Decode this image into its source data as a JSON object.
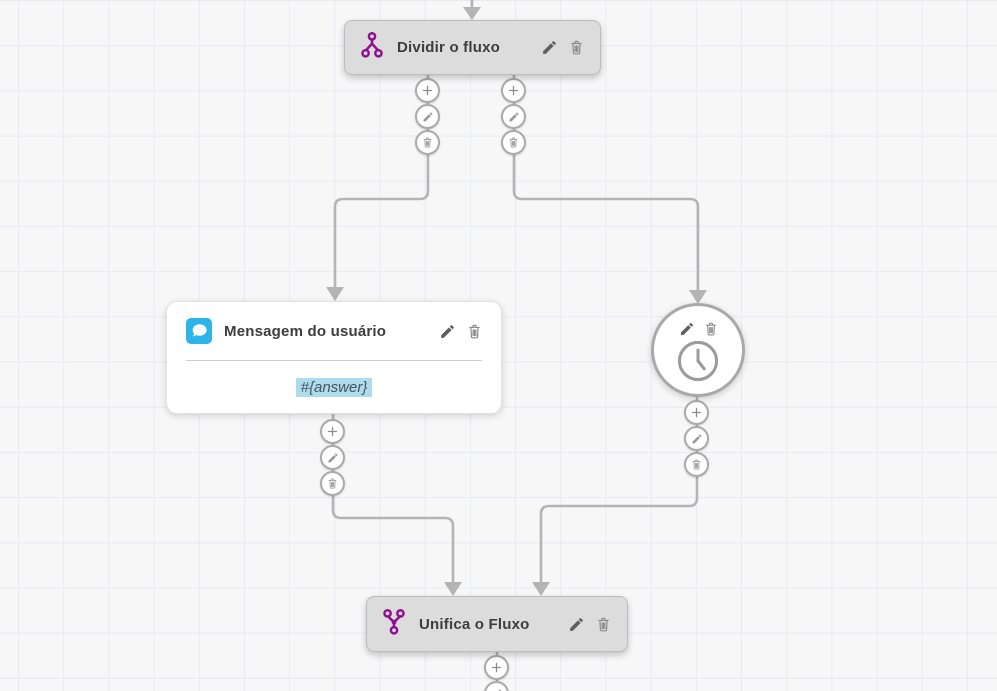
{
  "colors": {
    "canvas_bg": "#f7f7f8",
    "grid_line": "#e8eaf2",
    "node_gray_bg": "#dcdcdc",
    "node_gray_border": "#bcbcbc",
    "connector": "#b4b4b4",
    "accent_purple": "#8e0f8e",
    "message_blue": "#2db4e8",
    "variable_highlight": "#aedcec",
    "variable_text": "#44535c",
    "title_text": "#3d3d3d",
    "icon_dark": "#5f5f5f",
    "icon_gray": "#8d8d8d"
  },
  "nodes": {
    "split": {
      "title": "Dividir o fluxo",
      "icon": "split-flow-icon"
    },
    "message": {
      "title": "Mensagem do usuário",
      "icon": "chat-bubble-icon",
      "body": "#{answer}"
    },
    "timer": {
      "icon": "clock-icon"
    },
    "merge": {
      "title": "Unifica o Fluxo",
      "icon": "merge-flow-icon"
    }
  },
  "port_buttons": [
    "plus-icon",
    "pencil-icon",
    "trash-icon"
  ],
  "node_actions": [
    "pencil-icon",
    "trash-icon"
  ]
}
